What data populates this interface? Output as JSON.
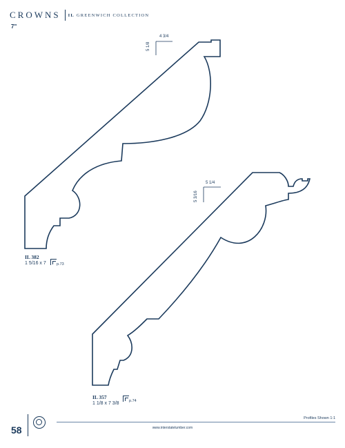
{
  "header": {
    "brand": "CROWNS",
    "collection_prefix": "IL",
    "collection": "GREENWICH COLLECTION"
  },
  "size_label": "7\"",
  "profiles": [
    {
      "code": "IL 382",
      "size": "1 5/16 x 7",
      "page_ref": "p.73",
      "dims": {
        "width": "4 3/4",
        "height": "5 1/8"
      }
    },
    {
      "code": "IL 357",
      "size": "1 1/8 x 7 3/8",
      "page_ref": "p.74",
      "dims": {
        "width": "5 1/4",
        "height": "5 3/16"
      }
    }
  ],
  "footer": {
    "page_number": "58",
    "scale_note": "Profiles Shown 1:1",
    "website": "www.interstatelumber.com"
  },
  "colors": {
    "ink": "#1b3a5c",
    "rule": "#6a86a6"
  }
}
